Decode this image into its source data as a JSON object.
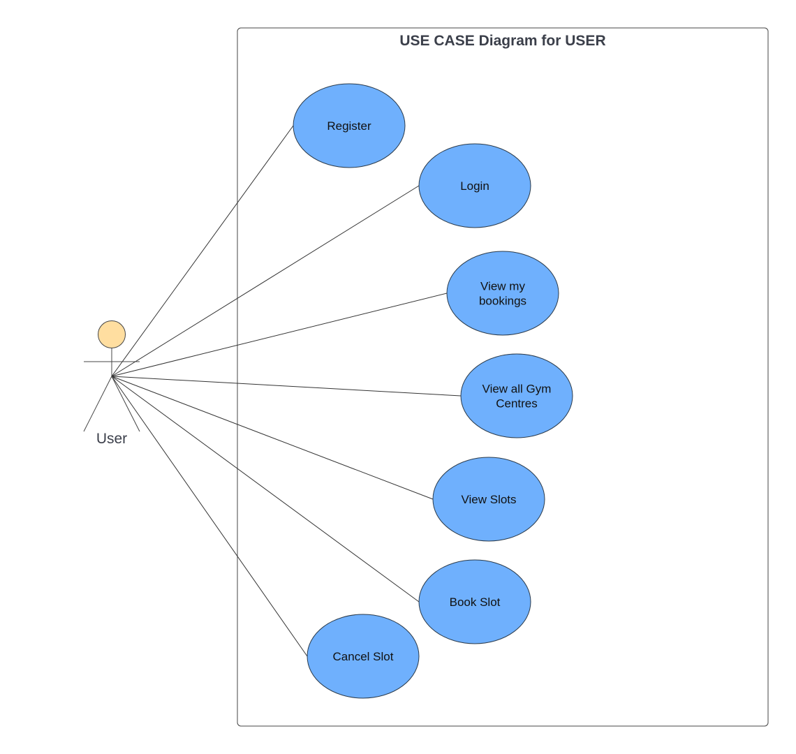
{
  "diagram": {
    "type": "use-case",
    "title": "USE CASE Diagram for USER",
    "actor": {
      "label": "User",
      "head_color": "#ffdea0"
    },
    "use_case_color": "#6fb0fd",
    "use_cases": [
      {
        "id": "register",
        "lines": [
          "Register"
        ]
      },
      {
        "id": "login",
        "lines": [
          "Login"
        ]
      },
      {
        "id": "view-my-bookings",
        "lines": [
          "View my",
          "bookings"
        ]
      },
      {
        "id": "view-all-gym-centres",
        "lines": [
          "View all Gym",
          "Centres"
        ]
      },
      {
        "id": "view-slots",
        "lines": [
          "View Slots"
        ]
      },
      {
        "id": "book-slot",
        "lines": [
          "Book Slot"
        ]
      },
      {
        "id": "cancel-slot",
        "lines": [
          "Cancel Slot"
        ]
      }
    ],
    "associations": [
      {
        "from": "actor",
        "to": "register"
      },
      {
        "from": "actor",
        "to": "login"
      },
      {
        "from": "actor",
        "to": "view-my-bookings"
      },
      {
        "from": "actor",
        "to": "view-all-gym-centres"
      },
      {
        "from": "actor",
        "to": "view-slots"
      },
      {
        "from": "actor",
        "to": "book-slot"
      },
      {
        "from": "actor",
        "to": "cancel-slot"
      }
    ]
  }
}
